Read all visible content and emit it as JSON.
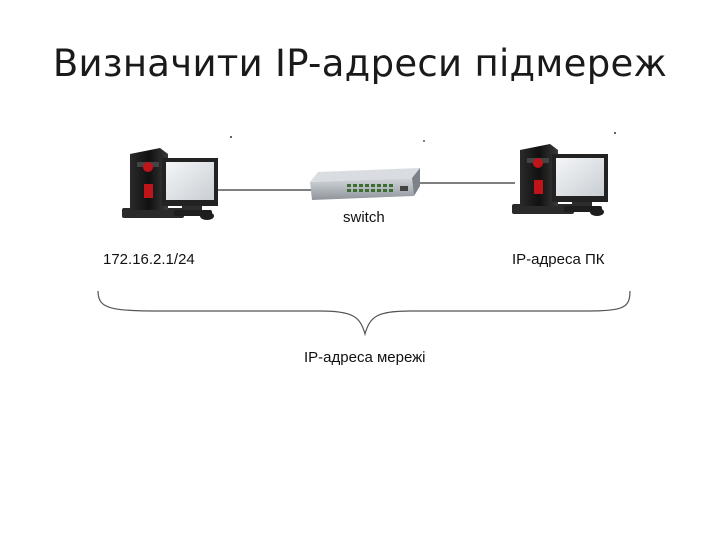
{
  "slide": {
    "title": "Визначити IP-адреси підмереж"
  },
  "diagram": {
    "switch_label": "switch",
    "left_pc_ip": "172.16.2.1/24",
    "right_pc_label": "IP-адреса ПК",
    "network_label": "IP-адреса мережі"
  },
  "colors": {
    "cable": "#333333",
    "tower": "#1c1c1c",
    "accent_red": "#c0141b",
    "switch_body": "#a9aeb3",
    "port_green": "#4a8a3c"
  },
  "icons": [
    "computer-icon",
    "switch-icon",
    "curly-brace"
  ]
}
